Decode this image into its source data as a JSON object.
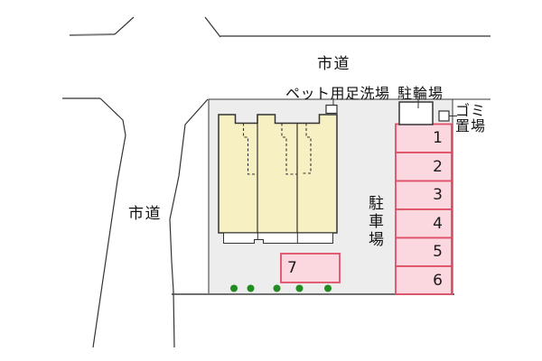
{
  "plan": {
    "labels": {
      "road_top": "市道",
      "road_left": "市道",
      "pet_foot_wash": "ペット用足洗場",
      "bicycle_parking": "駐輪場",
      "garbage_line1": "ゴミ",
      "garbage_line2": "置場",
      "parking_lot": "駐車場"
    },
    "parking_spaces": [
      {
        "label": "1"
      },
      {
        "label": "2"
      },
      {
        "label": "3"
      },
      {
        "label": "4"
      },
      {
        "label": "5"
      },
      {
        "label": "6"
      },
      {
        "label": "7"
      }
    ],
    "colors": {
      "site_fill": "#EDEDED",
      "building_fill": "#F7F0C3",
      "parking_fill": "#FBD7E0",
      "parking_border": "#DF4F66",
      "shrub_green": "#228B22",
      "road_gray": "#7E7E7E",
      "line_dark": "#333333"
    }
  }
}
